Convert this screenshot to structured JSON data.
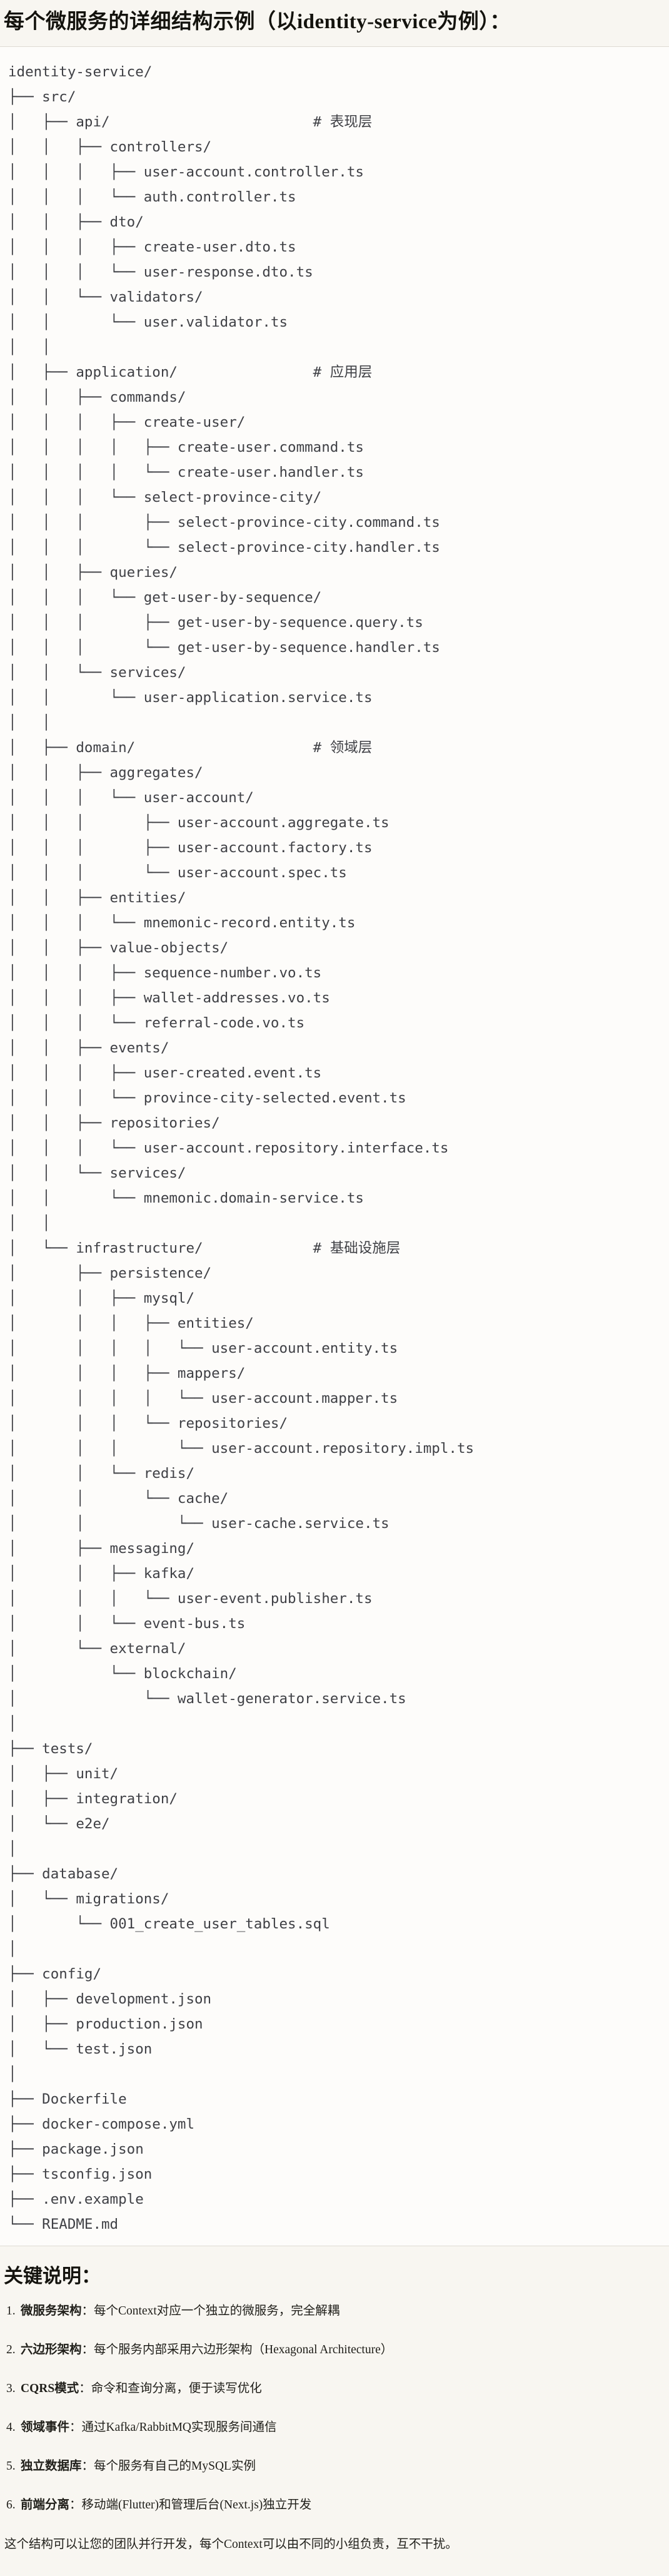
{
  "title": "每个微服务的详细结构示例（以identity-service为例）：",
  "code_block": {
    "tree_lines": [
      "identity-service/",
      "├── src/",
      "│   ├── api/                        # 表现层",
      "│   │   ├── controllers/",
      "│   │   │   ├── user-account.controller.ts",
      "│   │   │   └── auth.controller.ts",
      "│   │   ├── dto/",
      "│   │   │   ├── create-user.dto.ts",
      "│   │   │   └── user-response.dto.ts",
      "│   │   └── validators/",
      "│   │       └── user.validator.ts",
      "│   │",
      "│   ├── application/                # 应用层",
      "│   │   ├── commands/",
      "│   │   │   ├── create-user/",
      "│   │   │   │   ├── create-user.command.ts",
      "│   │   │   │   └── create-user.handler.ts",
      "│   │   │   └── select-province-city/",
      "│   │   │       ├── select-province-city.command.ts",
      "│   │   │       └── select-province-city.handler.ts",
      "│   │   ├── queries/",
      "│   │   │   └── get-user-by-sequence/",
      "│   │   │       ├── get-user-by-sequence.query.ts",
      "│   │   │       └── get-user-by-sequence.handler.ts",
      "│   │   └── services/",
      "│   │       └── user-application.service.ts",
      "│   │",
      "│   ├── domain/                     # 领域层",
      "│   │   ├── aggregates/",
      "│   │   │   └── user-account/",
      "│   │   │       ├── user-account.aggregate.ts",
      "│   │   │       ├── user-account.factory.ts",
      "│   │   │       └── user-account.spec.ts",
      "│   │   ├── entities/",
      "│   │   │   └── mnemonic-record.entity.ts",
      "│   │   ├── value-objects/",
      "│   │   │   ├── sequence-number.vo.ts",
      "│   │   │   ├── wallet-addresses.vo.ts",
      "│   │   │   └── referral-code.vo.ts",
      "│   │   ├── events/",
      "│   │   │   ├── user-created.event.ts",
      "│   │   │   └── province-city-selected.event.ts",
      "│   │   ├── repositories/",
      "│   │   │   └── user-account.repository.interface.ts",
      "│   │   └── services/",
      "│   │       └── mnemonic.domain-service.ts",
      "│   │",
      "│   └── infrastructure/             # 基础设施层",
      "│       ├── persistence/",
      "│       │   ├── mysql/",
      "│       │   │   ├── entities/",
      "│       │   │   │   └── user-account.entity.ts",
      "│       │   │   ├── mappers/",
      "│       │   │   │   └── user-account.mapper.ts",
      "│       │   │   └── repositories/",
      "│       │   │       └── user-account.repository.impl.ts",
      "│       │   └── redis/",
      "│       │       └── cache/",
      "│       │           └── user-cache.service.ts",
      "│       ├── messaging/",
      "│       │   ├── kafka/",
      "│       │   │   └── user-event.publisher.ts",
      "│       │   └── event-bus.ts",
      "│       └── external/",
      "│           └── blockchain/",
      "│               └── wallet-generator.service.ts",
      "│",
      "├── tests/",
      "│   ├── unit/",
      "│   ├── integration/",
      "│   └── e2e/",
      "│",
      "├── database/",
      "│   └── migrations/",
      "│       └── 001_create_user_tables.sql",
      "│",
      "├── config/",
      "│   ├── development.json",
      "│   ├── production.json",
      "│   └── test.json",
      "│",
      "├── Dockerfile",
      "├── docker-compose.yml",
      "├── package.json",
      "├── tsconfig.json",
      "├── .env.example",
      "└── README.md"
    ]
  },
  "notes": {
    "heading": "关键说明：",
    "items": [
      {
        "num": "1.",
        "label": "微服务架构",
        "sep": "：",
        "text": "每个Context对应一个独立的微服务，完全解耦"
      },
      {
        "num": "2.",
        "label": "六边形架构",
        "sep": "：",
        "text": "每个服务内部采用六边形架构（Hexagonal Architecture）"
      },
      {
        "num": "3.",
        "label": "CQRS模式",
        "sep": "：",
        "text": "命令和查询分离，便于读写优化"
      },
      {
        "num": "4.",
        "label": "领域事件",
        "sep": "：",
        "text": "通过Kafka/RabbitMQ实现服务间通信"
      },
      {
        "num": "5.",
        "label": "独立数据库",
        "sep": "：",
        "text": "每个服务有自己的MySQL实例"
      },
      {
        "num": "6.",
        "label": "前端分离",
        "sep": "：",
        "text": "移动端(Flutter)和管理后台(Next.js)独立开发"
      }
    ],
    "footer": "这个结构可以让您的团队并行开发，每个Context可以由不同的小组负责，互不干扰。"
  },
  "colors": {
    "page_bg": "#f8f6f1",
    "code_bg": "#fdfcfa",
    "border": "#dedbd4",
    "code_text": "#3f4045",
    "body_text": "#21201b",
    "heading_text": "#14130e"
  }
}
